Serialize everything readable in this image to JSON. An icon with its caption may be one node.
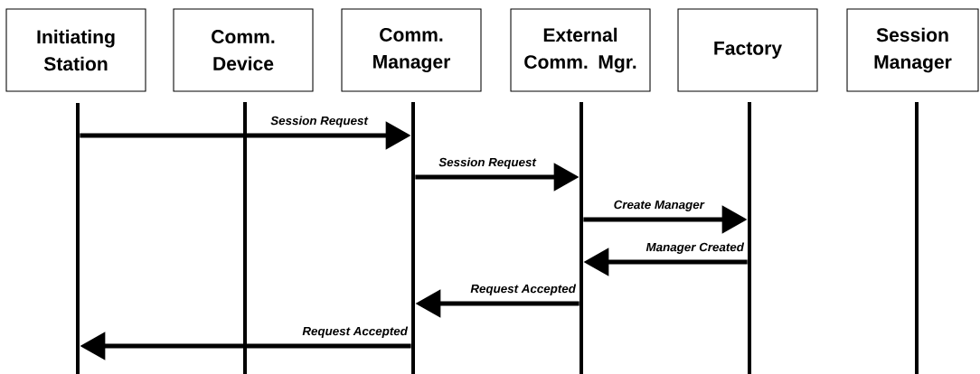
{
  "diagram": {
    "nodes": [
      {
        "text": [
          "Initiating Station"
        ]
      },
      {
        "text": [
          "Comm. Device"
        ]
      },
      {
        "text": [
          "Comm. Manager"
        ]
      },
      {
        "text": [
          "External Comm. Mgr."
        ]
      },
      {
        "text": [
          "Factory"
        ]
      },
      {
        "text": [
          "Session Manager"
        ]
      },
      {
        "text": [],
        "shape": "bar"
      },
      {
        "text": [],
        "shape": "bar"
      },
      {
        "text": [],
        "shape": "bar"
      },
      {
        "text": [],
        "shape": "bar"
      },
      {
        "text": [],
        "shape": "bar"
      },
      {
        "text": [],
        "shape": "bar"
      }
    ],
    "edges": [
      {
        "from": 6,
        "to": 8,
        "arrow": "to",
        "label": "Session Request"
      },
      {
        "from": 8,
        "to": 9,
        "arrow": "to",
        "label": "Session Request"
      },
      {
        "from": 9,
        "to": 10,
        "arrow": "to",
        "label": "Create Manager"
      },
      {
        "from": 10,
        "to": 9,
        "arrow": "to",
        "label": "Manager Created"
      },
      {
        "from": 9,
        "to": 8,
        "arrow": "to",
        "label": "Request Accepted"
      },
      {
        "from": 8,
        "to": 6,
        "arrow": "to",
        "label": "Request Accepted"
      }
    ]
  }
}
